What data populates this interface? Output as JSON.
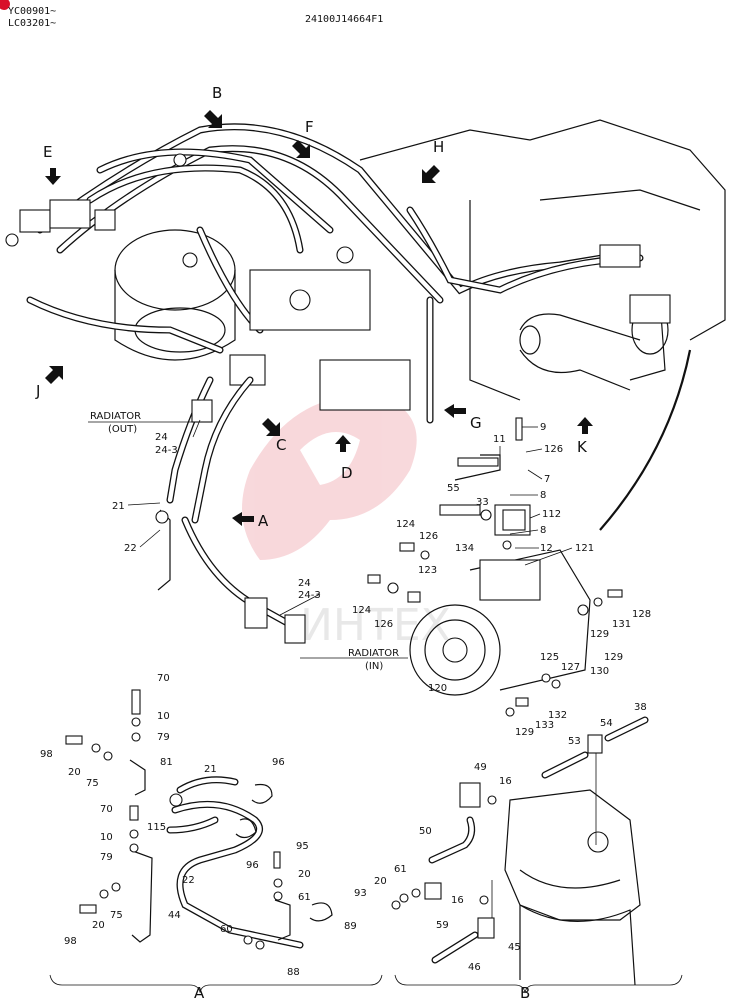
{
  "header": {
    "serial_line_1": "YC00901~",
    "serial_line_2": "LC03201~",
    "drawing_number": "24100J14664F1"
  },
  "watermark": {
    "text": "ИНТЕХ",
    "color": "#e05060"
  },
  "view_arrows": [
    "A",
    "B",
    "C",
    "D",
    "E",
    "F",
    "G",
    "H",
    "J",
    "K"
  ],
  "callouts": {
    "radiator_out": "RADIATOR",
    "radiator_out_sub": "(OUT)",
    "radiator_in": "RADIATOR",
    "radiator_in_sub": "(IN)"
  },
  "part_numbers": [
    {
      "id": "p9",
      "label": "9"
    },
    {
      "id": "p11",
      "label": "11"
    },
    {
      "id": "p126a",
      "label": "126"
    },
    {
      "id": "p7",
      "label": "7"
    },
    {
      "id": "p8a",
      "label": "8"
    },
    {
      "id": "p8b",
      "label": "8"
    },
    {
      "id": "p55",
      "label": "55"
    },
    {
      "id": "p33",
      "label": "33"
    },
    {
      "id": "p112",
      "label": "112"
    },
    {
      "id": "p134",
      "label": "134"
    },
    {
      "id": "p12",
      "label": "12"
    },
    {
      "id": "p121",
      "label": "121"
    },
    {
      "id": "p124a",
      "label": "124"
    },
    {
      "id": "p126b",
      "label": "126"
    },
    {
      "id": "p123",
      "label": "123"
    },
    {
      "id": "p124b",
      "label": "124"
    },
    {
      "id": "p126c",
      "label": "126"
    },
    {
      "id": "p24a",
      "label": "24"
    },
    {
      "id": "p24_3a",
      "label": "24-3"
    },
    {
      "id": "p21",
      "label": "21"
    },
    {
      "id": "p22",
      "label": "22"
    },
    {
      "id": "p24b",
      "label": "24"
    },
    {
      "id": "p24_3b",
      "label": "24-3"
    },
    {
      "id": "p128",
      "label": "128"
    },
    {
      "id": "p131",
      "label": "131"
    },
    {
      "id": "p129a",
      "label": "129"
    },
    {
      "id": "p129b",
      "label": "129"
    },
    {
      "id": "p130",
      "label": "130"
    },
    {
      "id": "p125",
      "label": "125"
    },
    {
      "id": "p127",
      "label": "127"
    },
    {
      "id": "p120",
      "label": "120"
    },
    {
      "id": "p132",
      "label": "132"
    },
    {
      "id": "p133",
      "label": "133"
    },
    {
      "id": "p129c",
      "label": "129"
    },
    {
      "id": "a70a",
      "label": "70"
    },
    {
      "id": "a10a",
      "label": "10"
    },
    {
      "id": "a79a",
      "label": "79"
    },
    {
      "id": "a98a",
      "label": "98"
    },
    {
      "id": "a20a",
      "label": "20"
    },
    {
      "id": "a75a",
      "label": "75"
    },
    {
      "id": "a81",
      "label": "81"
    },
    {
      "id": "a21",
      "label": "21"
    },
    {
      "id": "a96a",
      "label": "96"
    },
    {
      "id": "a70b",
      "label": "70"
    },
    {
      "id": "a115",
      "label": "115"
    },
    {
      "id": "a10b",
      "label": "10"
    },
    {
      "id": "a79b",
      "label": "79"
    },
    {
      "id": "a96b",
      "label": "96"
    },
    {
      "id": "a22",
      "label": "22"
    },
    {
      "id": "a95",
      "label": "95"
    },
    {
      "id": "a20b",
      "label": "20"
    },
    {
      "id": "a61",
      "label": "61"
    },
    {
      "id": "a98b",
      "label": "98"
    },
    {
      "id": "a20c",
      "label": "20"
    },
    {
      "id": "a75b",
      "label": "75"
    },
    {
      "id": "a44",
      "label": "44"
    },
    {
      "id": "a60",
      "label": "60"
    },
    {
      "id": "a89",
      "label": "89"
    },
    {
      "id": "a88",
      "label": "88"
    },
    {
      "id": "b49",
      "label": "49"
    },
    {
      "id": "b16a",
      "label": "16"
    },
    {
      "id": "b50",
      "label": "50"
    },
    {
      "id": "b38",
      "label": "38"
    },
    {
      "id": "b54",
      "label": "54"
    },
    {
      "id": "b53",
      "label": "53"
    },
    {
      "id": "b20",
      "label": "20"
    },
    {
      "id": "b61",
      "label": "61"
    },
    {
      "id": "b93",
      "label": "93"
    },
    {
      "id": "b59",
      "label": "59"
    },
    {
      "id": "b16b",
      "label": "16"
    },
    {
      "id": "b45",
      "label": "45"
    },
    {
      "id": "b46",
      "label": "46"
    }
  ],
  "detail_labels": {
    "detail_a": "A",
    "detail_b": "B"
  }
}
